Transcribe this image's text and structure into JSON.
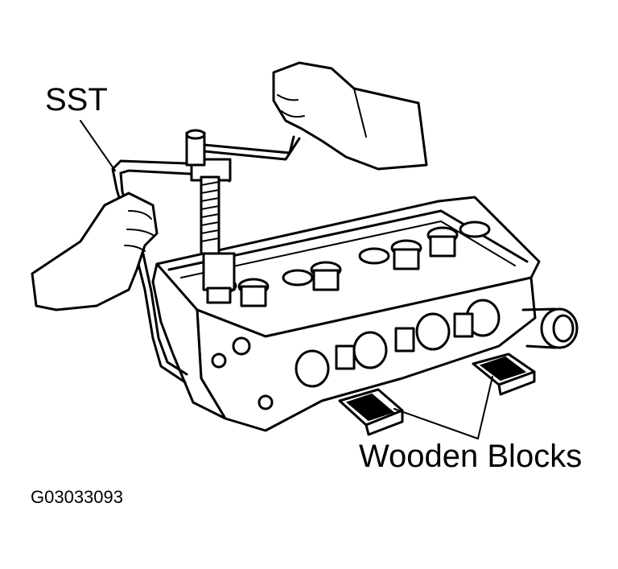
{
  "labels": {
    "sst": "SST",
    "wooden_blocks": "Wooden Blocks",
    "figure_code": "G03033093"
  },
  "colors": {
    "ink": "#000000",
    "paper": "#ffffff"
  }
}
